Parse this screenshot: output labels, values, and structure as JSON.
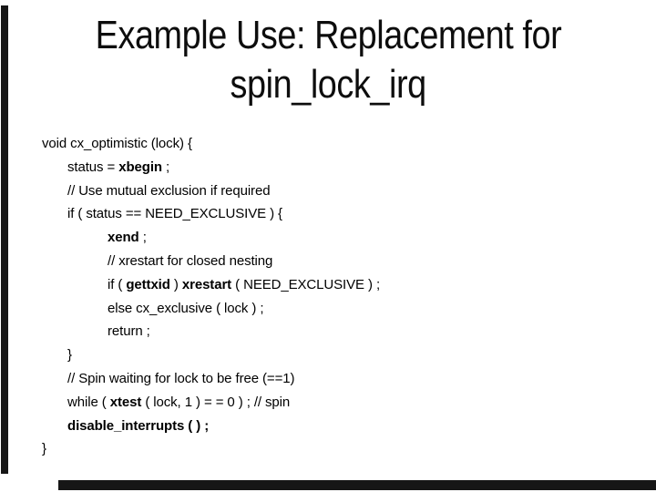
{
  "slide": {
    "title_line1": "Example Use: Replacement for",
    "title_line2": "spin_lock_irq",
    "background_color": "#ffffff",
    "text_color": "#000000",
    "edge_bar_color": "#161616"
  },
  "code": {
    "lines": [
      {
        "indent": 0,
        "segments": [
          {
            "text": "void cx_optimistic (lock) {",
            "bold": false
          }
        ]
      },
      {
        "indent": 1,
        "segments": [
          {
            "text": "status = ",
            "bold": false
          },
          {
            "text": "xbegin",
            "bold": true
          },
          {
            "text": " ;",
            "bold": false
          }
        ]
      },
      {
        "indent": 1,
        "segments": [
          {
            "text": "// Use mutual exclusion if required",
            "bold": false
          }
        ]
      },
      {
        "indent": 1,
        "segments": [
          {
            "text": "if ( status == NEED_EXCLUSIVE ) {",
            "bold": false
          }
        ]
      },
      {
        "indent": 2,
        "segments": [
          {
            "text": "xend",
            "bold": true
          },
          {
            "text": " ;",
            "bold": false
          }
        ]
      },
      {
        "indent": 2,
        "segments": [
          {
            "text": "// xrestart for closed nesting",
            "bold": false
          }
        ]
      },
      {
        "indent": 2,
        "segments": [
          {
            "text": "if ( ",
            "bold": false
          },
          {
            "text": "gettxid",
            "bold": true
          },
          {
            "text": " ) ",
            "bold": false
          },
          {
            "text": "xrestart",
            "bold": true
          },
          {
            "text": " ( NEED_EXCLUSIVE ) ;",
            "bold": false
          }
        ]
      },
      {
        "indent": 2,
        "segments": [
          {
            "text": "else cx_exclusive ( lock ) ;",
            "bold": false
          }
        ]
      },
      {
        "indent": 2,
        "segments": [
          {
            "text": "return ;",
            "bold": false
          }
        ]
      },
      {
        "indent": 1,
        "segments": [
          {
            "text": "}",
            "bold": false
          }
        ]
      },
      {
        "indent": 1,
        "segments": [
          {
            "text": "// Spin waiting for lock to be free (==1)",
            "bold": false
          }
        ]
      },
      {
        "indent": 1,
        "segments": [
          {
            "text": "while ( ",
            "bold": false
          },
          {
            "text": "xtest",
            "bold": true
          },
          {
            "text": " ( lock, 1 ) = = 0 ) ; // spin",
            "bold": false
          }
        ]
      },
      {
        "indent": 1,
        "segments": [
          {
            "text": "disable_interrupts ( ) ;",
            "bold": true
          }
        ]
      },
      {
        "indent": 0,
        "segments": [
          {
            "text": "}",
            "bold": false
          }
        ]
      }
    ]
  }
}
